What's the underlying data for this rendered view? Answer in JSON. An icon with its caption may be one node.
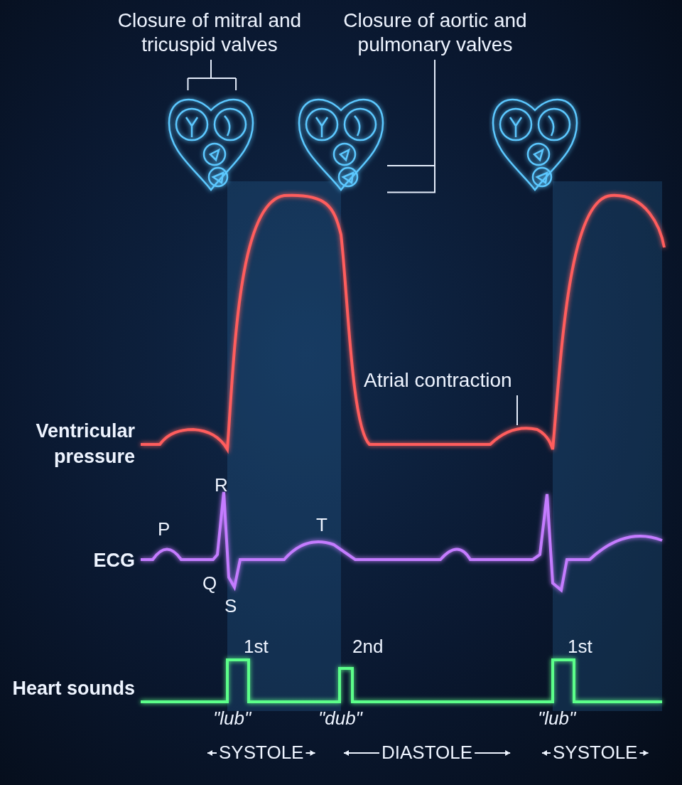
{
  "diagram": {
    "nodes": [
      {
        "text": [
          "Closure of mitral and tricuspid valves"
        ]
      },
      {
        "text": [
          "Closure of aortic and pulmonary valves"
        ]
      },
      {
        "text": [],
        "shape": "picture"
      },
      {
        "text": [],
        "shape": "picture"
      },
      {
        "text": [],
        "shape": "picture"
      },
      {
        "text": [
          "Atrial contraction"
        ]
      }
    ],
    "edges": [
      {
        "from": 0,
        "to": 2,
        "arrow": "none"
      },
      {
        "from": 1,
        "to": 3,
        "arrow": "none"
      },
      {
        "from": 5,
        "to": null,
        "arrow": "none"
      }
    ],
    "labels": [
      "Ventricular pressure",
      "R",
      "P",
      "T",
      "ECG",
      "Q",
      "S",
      "1st",
      "2nd",
      "1st",
      "Heart sounds",
      "\"lub\"",
      "\"dub\"",
      "\"lub\"",
      "SYSTOLE",
      "DIASTOLE",
      "SYSTOLE"
    ]
  }
}
